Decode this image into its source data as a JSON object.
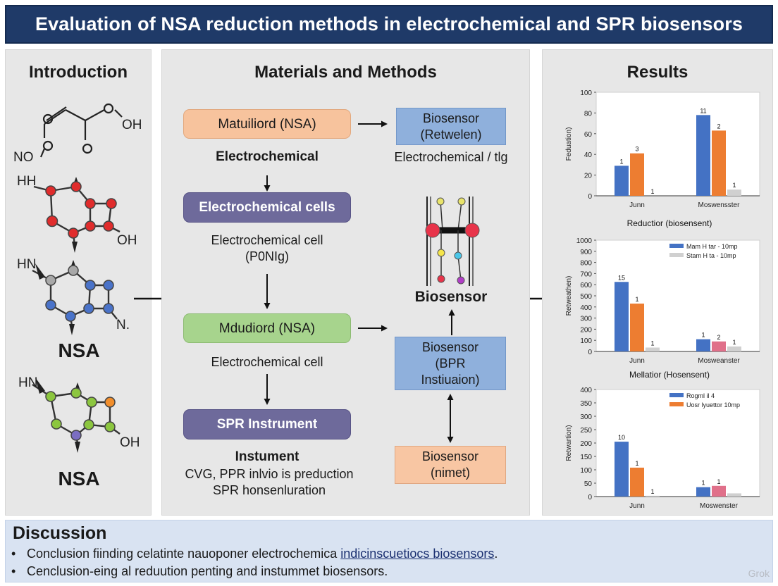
{
  "title": "Evaluation of NSA reduction methods in electrochemical and SPR biosensors",
  "intro": {
    "heading": "Introduction",
    "mol1": {
      "oh": "OH",
      "no": "NO"
    },
    "mol2": {
      "hh": "HH",
      "oh": "OH"
    },
    "mol3": {
      "hn": "HN",
      "n": "N."
    },
    "nsa_label_1": "NSA",
    "mol4": {
      "hn": "HN",
      "oh": "OH"
    },
    "nsa_label_2": "NSA"
  },
  "methods": {
    "heading": "Materials and Methods",
    "box_matuiliord": "Matuiliord (NSA)",
    "label_electrochemical": "Electrochemical",
    "box_electrochemical_cells": "Electrochemical cells",
    "text_cell_1": "Electrochemical cell\n(P0NIg)",
    "box_mdudiord": "Mdudiord (NSA)",
    "text_cell_2": "Electrochemical cell",
    "box_spr": "SPR Instrument",
    "instrument_heading": "Instument",
    "instrument_desc": "CVG, PPR inlvio is preduction\nSPR honsenluration",
    "box_biosensor_top": "Biosensor\n(Retwelen)",
    "text_electrochemical_tlg": "Electrochemical / tlg",
    "biosensor_label": "Biosensor",
    "box_biosensor_mid": "Biosensor\n(BPR\nInstiuaion)",
    "box_biosensor_bottom": "Biosensor\n(nimet)"
  },
  "results": {
    "heading": "Results"
  },
  "chart_data": [
    {
      "type": "bar",
      "title": "",
      "xlabel": "Reductior (biosensent)",
      "ylabel": "Feduation)",
      "ylim": [
        0,
        100
      ],
      "yticks": [
        0,
        20,
        40,
        60,
        80,
        100
      ],
      "categories": [
        "Junn",
        "Moswensster"
      ],
      "series": [
        {
          "color": "#4472c4",
          "values": [
            29,
            78
          ],
          "labels": [
            "1",
            "11"
          ]
        },
        {
          "color": "#ed7d31",
          "values": [
            41,
            63
          ],
          "labels": [
            "3",
            "2"
          ]
        },
        {
          "color": "#d0d0d0",
          "values": [
            0,
            6
          ],
          "labels": [
            "1",
            "1"
          ]
        }
      ],
      "legend": []
    },
    {
      "type": "bar",
      "title": "",
      "xlabel": "Mellatior (Hosensent)",
      "ylabel": "Retweathen)",
      "ylim": [
        0,
        1000
      ],
      "yticks": [
        0,
        100,
        200,
        300,
        400,
        500,
        600,
        700,
        800,
        900,
        1000
      ],
      "categories": [
        "Junn",
        "Mosweanster"
      ],
      "series": [
        {
          "color": "#4472c4",
          "values": [
            625,
            110
          ],
          "labels": [
            "15",
            "1"
          ]
        },
        {
          "color": "#ed7d31",
          "values": [
            430,
            90
          ],
          "labels": [
            "1",
            "2"
          ]
        },
        {
          "color": "#d0d0d0",
          "values": [
            35,
            45
          ],
          "labels": [
            "1",
            "1"
          ]
        }
      ],
      "bar_overrides": [
        {
          "series": 1,
          "category": 1,
          "color": "#e0708a"
        }
      ],
      "legend": [
        {
          "label": "Mam H tar - 10mp",
          "color": "#4472c4"
        },
        {
          "label": "Stam H ta - 10mp",
          "color": "#d0d0d0"
        }
      ],
      "legend_position": "top-right"
    },
    {
      "type": "bar",
      "title": "",
      "xlabel": "",
      "ylabel": "Retwartion)",
      "ylim": [
        0,
        400
      ],
      "yticks": [
        0,
        50,
        100,
        150,
        200,
        250,
        300,
        350,
        400
      ],
      "categories": [
        "Junn",
        "Moswenster"
      ],
      "series": [
        {
          "color": "#4472c4",
          "values": [
            205,
            35
          ],
          "labels": [
            "10",
            "1"
          ]
        },
        {
          "color": "#ed7d31",
          "values": [
            108,
            40
          ],
          "labels": [
            "1",
            "1"
          ]
        },
        {
          "color": "#d0d0d0",
          "values": [
            3,
            12
          ],
          "labels": [
            "1",
            ""
          ]
        }
      ],
      "bar_overrides": [
        {
          "series": 1,
          "category": 1,
          "color": "#e0708a"
        }
      ],
      "legend": [
        {
          "label": "Rogml il        4",
          "color": "#4472c4"
        },
        {
          "label": "Uosr lyuettor   10mp",
          "color": "#ed7d31"
        }
      ],
      "legend_position": "top-right"
    }
  ],
  "discussion": {
    "heading": "Discussion",
    "bullet_char": "•",
    "bullet1_text": "Conclusion fiinding celatinte nauoponer electrochemica ",
    "bullet1_link": "indicinscuetiocs biosensors",
    "bullet1_end": ".",
    "bullet2_text": "Cenclusion-eing al reduution penting and  instummet biosensors."
  },
  "watermark": "Grok"
}
